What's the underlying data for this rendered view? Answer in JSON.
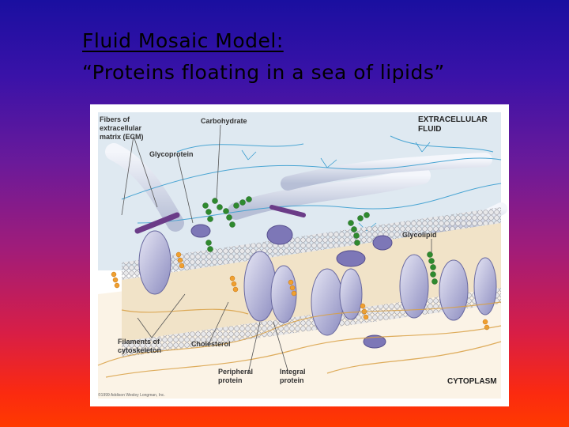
{
  "slide": {
    "title_line1": "Fluid Mosaic Model:",
    "title_line2": "“Proteins floating in a sea of lipids”"
  },
  "figure": {
    "labels": {
      "fibers": "Fibers of extracellular matrix (ECM)",
      "carbohydrate": "Carbohydrate",
      "glycoprotein": "Glycoprotein",
      "extracellular": "EXTRACELLULAR FLUID",
      "glycolipid": "Glycolipid",
      "filaments": "Filaments of cytoskeleton",
      "cholesterol": "Cholesterol",
      "peripheral": "Peripheral protein",
      "integral": "Integral protein",
      "cytoplasm": "CYTOPLASM",
      "copyright": "©1999 Addison Wesley Longman, Inc."
    }
  }
}
